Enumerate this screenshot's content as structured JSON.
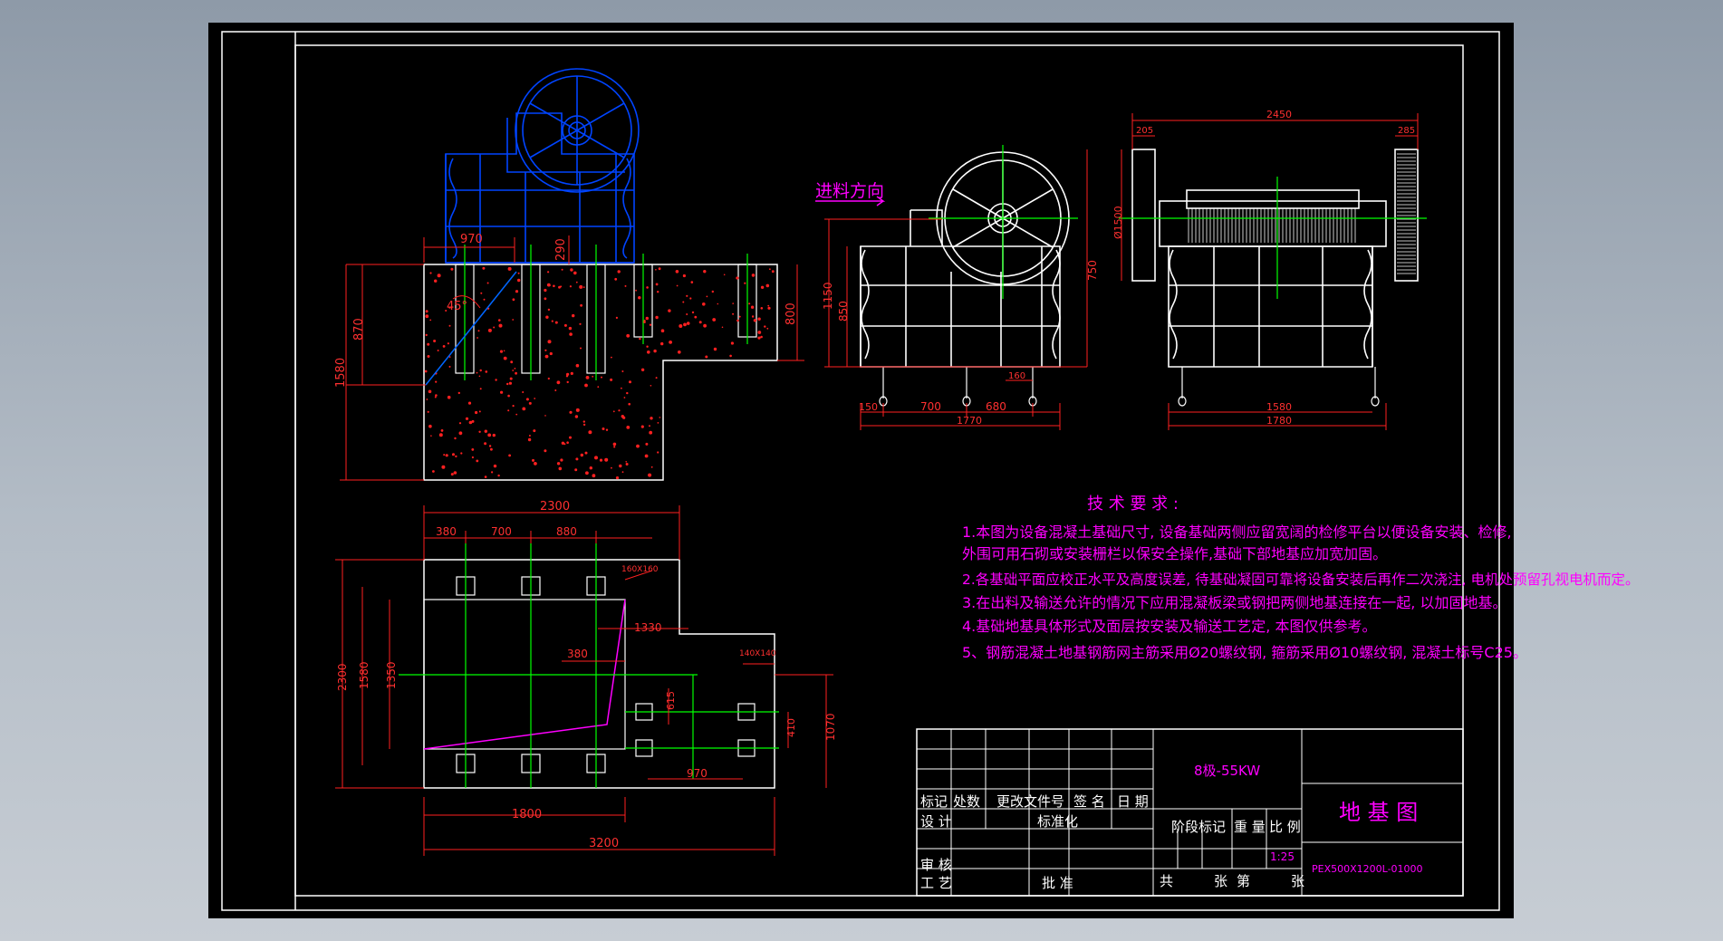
{
  "colors": {
    "background": "#000000",
    "frame": "#ffffff",
    "dimension": "#ff0000",
    "centerline": "#00ff00",
    "machine_blue": "#0044ff",
    "machine_white": "#ffffff",
    "notes": "#ff00ff",
    "concrete_dots": "#ff0000"
  },
  "labels": {
    "feed_direction": "进料方向",
    "angle_label": "45°"
  },
  "section_dims": {
    "d970": "970",
    "d290": "290",
    "d870": "870",
    "d1580": "1580",
    "d800": "800"
  },
  "side_dims": {
    "d1150": "1150",
    "d850": "850",
    "d750": "750",
    "d150": "150",
    "d700": "700",
    "d680": "680",
    "d160": "160",
    "d1770": "1770"
  },
  "front_dims": {
    "d2450": "2450",
    "d205": "205",
    "d285": "285",
    "d1500": "Ø1500",
    "d1580": "1580",
    "d1780": "1780"
  },
  "plan_dims": {
    "d2300_top": "2300",
    "d380": "380",
    "d700": "700",
    "d880": "880",
    "d160x160": "160X160",
    "d1330": "1330",
    "d380b": "380",
    "d140x140": "140X140",
    "d615": "615",
    "d410": "410",
    "d1070": "1070",
    "d970": "970",
    "d2300_left": "2300",
    "d1580": "1580",
    "d1350": "1350",
    "d1800": "1800",
    "d3200": "3200"
  },
  "notes": {
    "title": "技 术 要 求 :",
    "items": [
      "1.本图为设备混凝土基础尺寸, 设备基础两侧应留宽阔的检修平台以便设备安装、检修,",
      "  外围可用石砌或安装栅栏以保安全操作,基础下部地基应加宽加固。",
      "2.各基础平面应校正水平及高度误差, 待基础凝固可靠将设备安装后再作二次浇注, 电机处预留孔视电机而定。",
      "3.在出料及输送允许的情况下应用混凝板梁或钢把两侧地基连接在一起, 以加固地基。",
      "4.基础地基具体形式及面层按安装及输送工艺定, 本图仅供参考。",
      "5、钢筋混凝土地基钢筋网主筋采用Ø20螺纹钢, 箍筋采用Ø10螺纹钢, 混凝土标号C25。"
    ]
  },
  "title_block": {
    "power": "8极-55KW",
    "drawing_title": "地 基 图",
    "drawing_number": "PEX500X1200L-01000",
    "scale_value": "1:25",
    "headers": {
      "mark": "标记",
      "count": "处数",
      "change_doc": "更改文件号",
      "signature": "签 名",
      "date": "日 期",
      "design": "设 计",
      "standardize": "标准化",
      "stage_mark": "阶段标记",
      "weight": "重 量",
      "scale": "比 例",
      "review": "审 核",
      "process": "工 艺",
      "approve": "批 准",
      "total": "共",
      "sheets": "张",
      "sheet_no": "第",
      "sheet_unit": "张"
    }
  }
}
